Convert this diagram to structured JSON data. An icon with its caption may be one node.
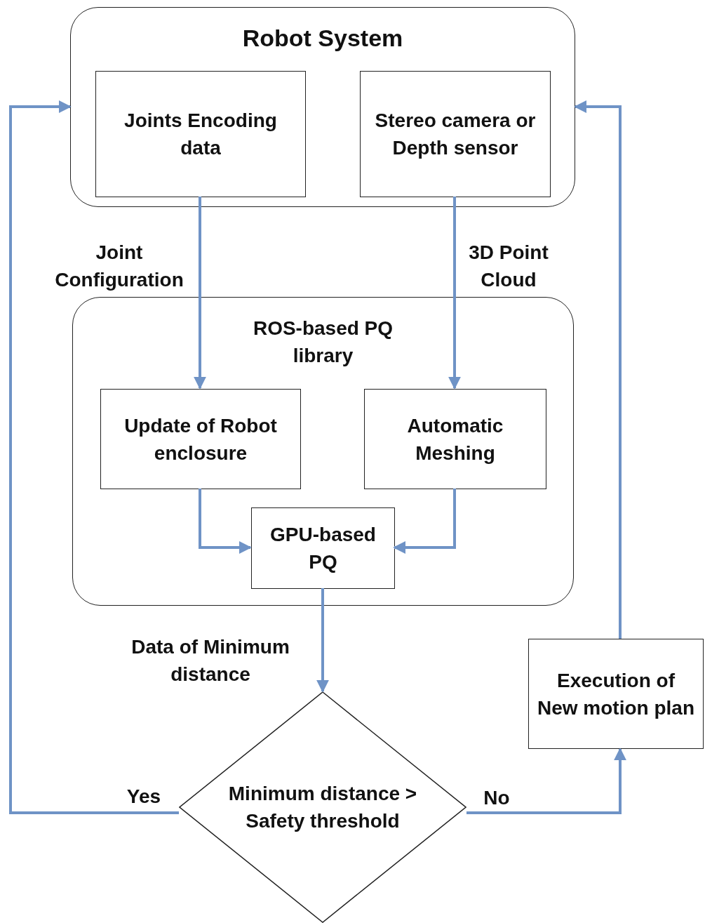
{
  "diagram": {
    "nodes": [
      {
        "text": [
          "Robot System"
        ]
      },
      {
        "text": [
          "Joints Encoding data"
        ],
        "in": 0
      },
      {
        "text": [
          "Stereo camera or Depth sensor"
        ],
        "in": 0
      },
      {
        "text": [
          "ROS-based PQ library"
        ]
      },
      {
        "text": [
          "Update of Robot enclosure"
        ],
        "in": 3
      },
      {
        "text": [
          "Automatic Meshing"
        ],
        "in": 3
      },
      {
        "text": [
          "GPU-based PQ"
        ],
        "in": 3
      },
      {
        "text": [
          "Minimum distance > Safety threshold"
        ]
      },
      {
        "text": [
          "Execution of New motion plan"
        ]
      }
    ],
    "edges": [
      {
        "from": 1,
        "to": 4,
        "arrow": "to",
        "label": "Joint Configuration"
      },
      {
        "from": 2,
        "to": 5,
        "arrow": "to",
        "label": "3D Point Cloud"
      },
      {
        "from": 4,
        "to": 6,
        "arrow": "to"
      },
      {
        "from": 5,
        "to": 6,
        "arrow": "to"
      },
      {
        "from": 6,
        "to": 7,
        "arrow": "to",
        "label": "Data of Minimum distance"
      },
      {
        "from": 7,
        "to": 0,
        "arrow": "to",
        "label": "Yes"
      },
      {
        "from": 7,
        "to": 8,
        "arrow": "to",
        "label": "No"
      },
      {
        "from": 8,
        "to": 0,
        "arrow": "to"
      }
    ]
  }
}
